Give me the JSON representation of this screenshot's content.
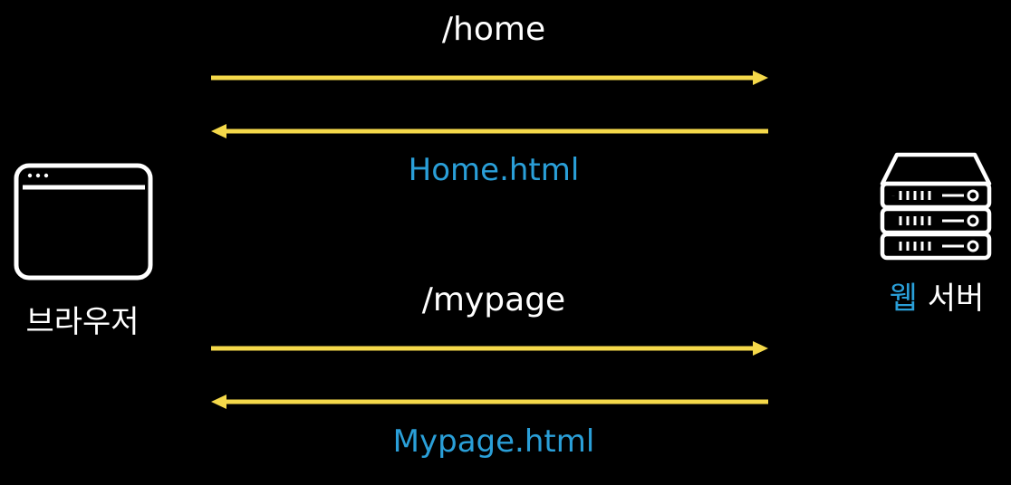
{
  "requests": [
    {
      "path": "/home",
      "response": "Home.html"
    },
    {
      "path": "/mypage",
      "response": "Mypage.html"
    }
  ],
  "client": {
    "label": "브라우저",
    "icon": "browser-window-icon"
  },
  "server": {
    "label_accent": "웹",
    "label_rest": "서버",
    "icon": "server-rack-icon"
  },
  "colors": {
    "background": "#000000",
    "arrow": "#f5d94a",
    "response_text": "#2a9fd8",
    "request_text": "#ffffff",
    "icon": "#ffffff"
  }
}
